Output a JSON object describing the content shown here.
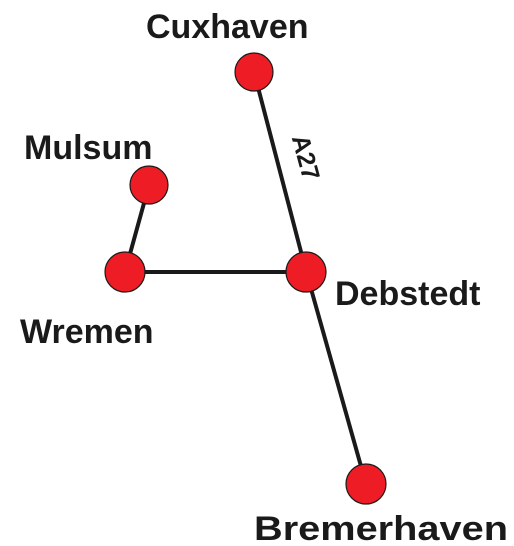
{
  "colors": {
    "background": "#ffffff",
    "road": "#1a1a1a",
    "town_fill": "#ee1c25",
    "town_stroke": "#1a1a1a",
    "text": "#1a1a1a"
  },
  "towns": [
    {
      "id": "cuxhaven",
      "name": "Cuxhaven"
    },
    {
      "id": "mulsum",
      "name": "Mulsum"
    },
    {
      "id": "wremen",
      "name": "Wremen"
    },
    {
      "id": "debstedt",
      "name": "Debstedt"
    },
    {
      "id": "bremerhaven",
      "name": "Bremerhaven"
    }
  ],
  "roads": [
    {
      "id": "a27-north",
      "from": "cuxhaven",
      "to": "debstedt"
    },
    {
      "id": "a27-south",
      "from": "debstedt",
      "to": "bremerhaven"
    },
    {
      "id": "wremen-debstedt",
      "from": "wremen",
      "to": "debstedt"
    },
    {
      "id": "mulsum-wremen",
      "from": "mulsum",
      "to": "wremen"
    }
  ],
  "road_label": "A27"
}
